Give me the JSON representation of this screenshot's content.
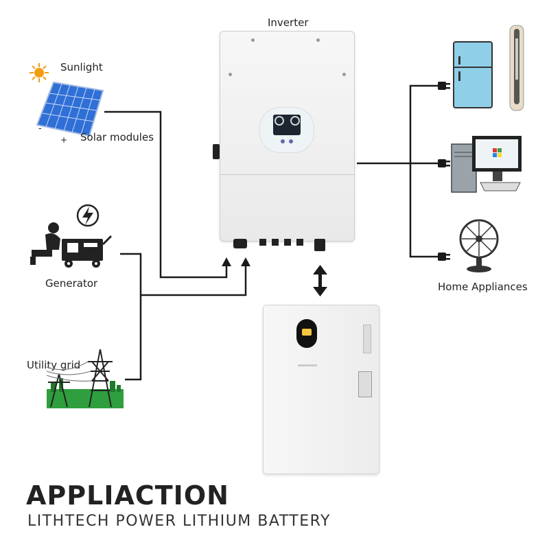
{
  "labels": {
    "inverter": "Inverter",
    "sunlight": "Sunlight",
    "solar_modules": "Solar modules",
    "generator": "Generator",
    "utility_grid": "Utility grid",
    "home_appliances": "Home Appliances"
  },
  "solar_signs": {
    "minus": "-",
    "plus": "+"
  },
  "footer": {
    "title": "APPLIACTION",
    "subtitle": "LITHTECH POWER LITHIUM BATTERY"
  },
  "colors": {
    "wire": "#1a1a1a",
    "panel_blue": "#2f6fd6",
    "sun": "#f39c12",
    "fridge": "#8fcfe8",
    "grid_green": "#2e9e3e",
    "device_white": "#f4f4f4"
  },
  "icons": [
    "sun-icon",
    "solar-panel-icon",
    "generator-icon",
    "utility-tower-icon",
    "fridge-icon",
    "computer-icon",
    "fan-icon",
    "lamp-icon",
    "plug-icon",
    "double-arrow-icon"
  ]
}
